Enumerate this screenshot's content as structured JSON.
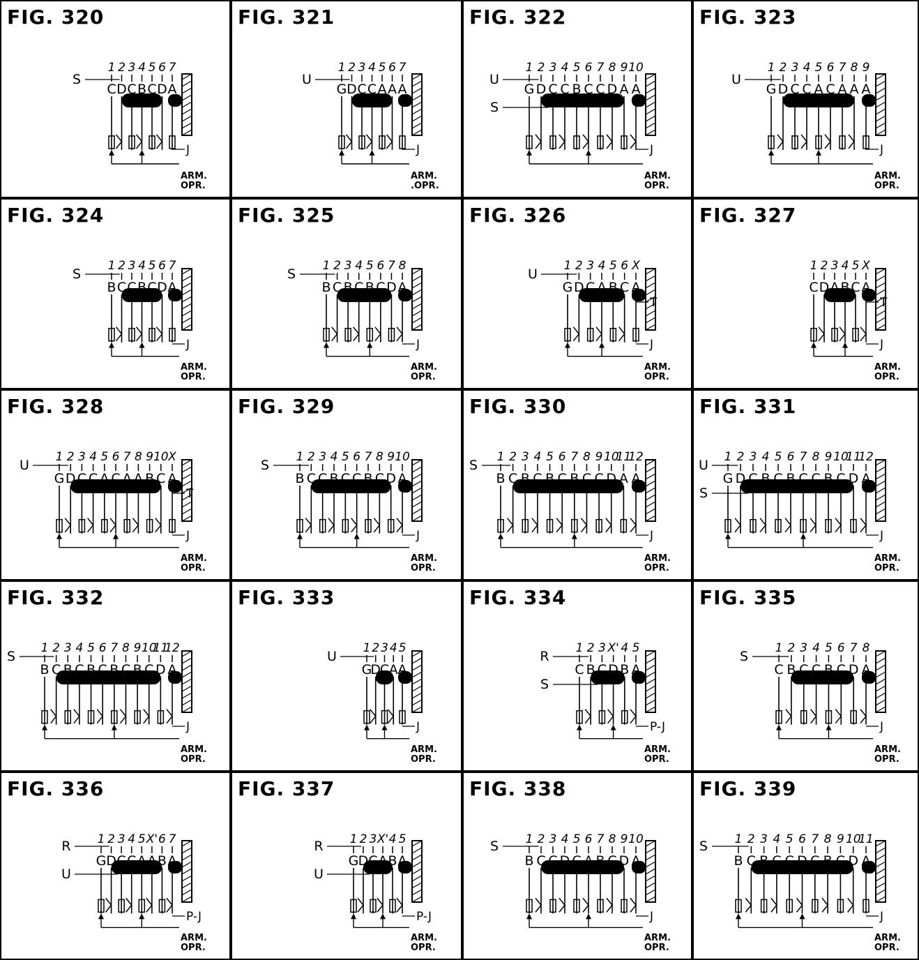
{
  "figures": [
    {
      "title": "FIG. 320",
      "numbers": [
        "1",
        "2",
        "3",
        "4",
        "5",
        "6",
        "7"
      ],
      "letters": [
        "C",
        "D",
        "C",
        "B",
        "C",
        "D",
        "A"
      ],
      "callouts": [
        "S",
        "J"
      ],
      "arm": [
        "ARM.",
        "OPR."
      ]
    },
    {
      "title": "FIG. 321",
      "numbers": [
        "1",
        "2",
        "3",
        "4",
        "5",
        "6",
        "7"
      ],
      "letters": [
        "G",
        "D",
        "C",
        "C",
        "A",
        "A",
        "A"
      ],
      "callouts": [
        "U",
        "J"
      ],
      "arm": [
        "ARM.",
        ".OPR."
      ]
    },
    {
      "title": "FIG. 322",
      "numbers": [
        "1",
        "2",
        "3",
        "4",
        "5",
        "6",
        "7",
        "8",
        "9",
        "10"
      ],
      "letters": [
        "G",
        "D",
        "C",
        "C",
        "B",
        "C",
        "C",
        "D",
        "A",
        "A"
      ],
      "callouts": [
        "U",
        "S",
        "J"
      ],
      "arm": [
        "ARM.",
        "OPR."
      ]
    },
    {
      "title": "FIG. 323",
      "numbers": [
        "1",
        "2",
        "3",
        "4",
        "5",
        "6",
        "7",
        "8",
        "9"
      ],
      "letters": [
        "G",
        "D",
        "C",
        "C",
        "A",
        "C",
        "A",
        "A",
        "A"
      ],
      "callouts": [
        "U",
        "J"
      ],
      "arm": [
        "ARM.",
        "OPR."
      ]
    },
    {
      "title": "FIG. 324",
      "numbers": [
        "1",
        "2",
        "3",
        "4",
        "5",
        "6",
        "7"
      ],
      "letters": [
        "B",
        "C",
        "C",
        "B",
        "C",
        "D",
        "A"
      ],
      "callouts": [
        "S",
        "J"
      ],
      "arm": [
        "ARM.",
        "OPR."
      ]
    },
    {
      "title": "FIG. 325",
      "numbers": [
        "1",
        "2",
        "3",
        "4",
        "5",
        "6",
        "7",
        "8"
      ],
      "letters": [
        "B",
        "C",
        "B",
        "C",
        "B",
        "C",
        "D",
        "A"
      ],
      "callouts": [
        "S",
        "J"
      ],
      "arm": [
        "ARM.",
        "OPR."
      ]
    },
    {
      "title": "FIG. 326",
      "numbers": [
        "1",
        "2",
        "3",
        "4",
        "5",
        "6",
        "X"
      ],
      "letters": [
        "G",
        "D",
        "C",
        "A",
        "B",
        "C",
        "A"
      ],
      "callouts": [
        "U",
        "J",
        "T"
      ],
      "arm": [
        "ARM.",
        "OPR."
      ]
    },
    {
      "title": "FIG. 327",
      "numbers": [
        "1",
        "2",
        "3",
        "4",
        "5",
        "X"
      ],
      "letters": [
        "C",
        "D",
        "A",
        "B",
        "C",
        "A"
      ],
      "callouts": [
        "J",
        "T"
      ],
      "arm": [
        "ARM.",
        "OPR."
      ]
    },
    {
      "title": "FIG. 328",
      "numbers": [
        "1",
        "2",
        "3",
        "4",
        "5",
        "6",
        "7",
        "8",
        "9",
        "10",
        "X"
      ],
      "letters": [
        "G",
        "D",
        "C",
        "C",
        "A",
        "C",
        "A",
        "A",
        "B",
        "C",
        "A"
      ],
      "callouts": [
        "U",
        "J",
        "T"
      ],
      "arm": [
        "ARM.",
        "OPR."
      ]
    },
    {
      "title": "FIG. 329",
      "numbers": [
        "1",
        "2",
        "3",
        "4",
        "5",
        "6",
        "7",
        "8",
        "9",
        "10"
      ],
      "letters": [
        "B",
        "C",
        "C",
        "B",
        "C",
        "C",
        "B",
        "C",
        "D",
        "A"
      ],
      "callouts": [
        "S",
        "J"
      ],
      "arm": [
        "ARM.",
        "OPR."
      ]
    },
    {
      "title": "FIG. 330",
      "numbers": [
        "1",
        "2",
        "3",
        "4",
        "5",
        "6",
        "7",
        "8",
        "9",
        "10",
        "11",
        "12"
      ],
      "letters": [
        "B",
        "C",
        "B",
        "C",
        "B",
        "C",
        "B",
        "C",
        "C",
        "D",
        "A",
        "A"
      ],
      "callouts": [
        "S",
        "J"
      ],
      "arm": [
        "ARM.",
        "OPR."
      ]
    },
    {
      "title": "FIG. 331",
      "numbers": [
        "1",
        "2",
        "3",
        "4",
        "5",
        "6",
        "7",
        "8",
        "9",
        "10",
        "11",
        "12"
      ],
      "letters": [
        "G",
        "D",
        "C",
        "B",
        "C",
        "B",
        "C",
        "C",
        "B",
        "C",
        "D",
        "A"
      ],
      "callouts": [
        "U",
        "S",
        "J"
      ],
      "arm": [
        "ARM.",
        "OPR."
      ]
    },
    {
      "title": "FIG. 332",
      "numbers": [
        "1",
        "2",
        "3",
        "4",
        "5",
        "6",
        "7",
        "8",
        "9",
        "10",
        "11",
        "12"
      ],
      "letters": [
        "B",
        "C",
        "B",
        "C",
        "B",
        "C",
        "B",
        "C",
        "B",
        "C",
        "D",
        "A"
      ],
      "callouts": [
        "S",
        "J"
      ],
      "arm": [
        "ARM.",
        "OPR."
      ]
    },
    {
      "title": "FIG. 333",
      "numbers": [
        "1",
        "2",
        "3",
        "4",
        "5"
      ],
      "letters": [
        "G",
        "D",
        "C",
        "A",
        "A"
      ],
      "callouts": [
        "U",
        "J"
      ],
      "arm": [
        "ARM.",
        "OPR."
      ]
    },
    {
      "title": "FIG. 334",
      "numbers": [
        "1",
        "2",
        "3",
        "X'",
        "4",
        "5"
      ],
      "letters": [
        "C",
        "B",
        "C",
        "D",
        "B",
        "A"
      ],
      "callouts": [
        "R",
        "S",
        "P-J"
      ],
      "arm": [
        "ARM.",
        "OPR."
      ]
    },
    {
      "title": "FIG. 335",
      "numbers": [
        "1",
        "2",
        "3",
        "4",
        "5",
        "6",
        "7",
        "8"
      ],
      "letters": [
        "C",
        "B",
        "C",
        "C",
        "B",
        "C",
        "D",
        "A"
      ],
      "callouts": [
        "S",
        "J"
      ],
      "arm": [
        "ARM.",
        "OPR."
      ]
    },
    {
      "title": "FIG. 336",
      "numbers": [
        "1",
        "2",
        "3",
        "4",
        "5",
        "X'",
        "6",
        "7"
      ],
      "letters": [
        "G",
        "D",
        "C",
        "C",
        "A",
        "A",
        "B",
        "A"
      ],
      "callouts": [
        "R",
        "U",
        "P-J"
      ],
      "arm": [
        "ARM.",
        "OPR."
      ]
    },
    {
      "title": "FIG. 337",
      "numbers": [
        "1",
        "2",
        "3",
        "X'",
        "4",
        "5"
      ],
      "letters": [
        "G",
        "D",
        "C",
        "A",
        "B",
        "A"
      ],
      "callouts": [
        "R",
        "U",
        "P-J"
      ],
      "arm": [
        "ARM.",
        "OPR."
      ]
    },
    {
      "title": "FIG. 338",
      "numbers": [
        "1",
        "2",
        "3",
        "4",
        "5",
        "6",
        "7",
        "8",
        "9",
        "10"
      ],
      "letters": [
        "B",
        "C",
        "C",
        "D",
        "C",
        "A",
        "B",
        "C",
        "D",
        "A"
      ],
      "callouts": [
        "S",
        "J"
      ],
      "arm": [
        "ARM.",
        "OPR."
      ]
    },
    {
      "title": "FIG. 339",
      "numbers": [
        "1",
        "2",
        "3",
        "4",
        "5",
        "6",
        "7",
        "8",
        "9",
        "10",
        "11"
      ],
      "letters": [
        "B",
        "C",
        "B",
        "C",
        "C",
        "D",
        "C",
        "B",
        "C",
        "D",
        "A"
      ],
      "callouts": [
        "S",
        "J"
      ],
      "arm": [
        "ARM.",
        "OPR."
      ]
    }
  ]
}
